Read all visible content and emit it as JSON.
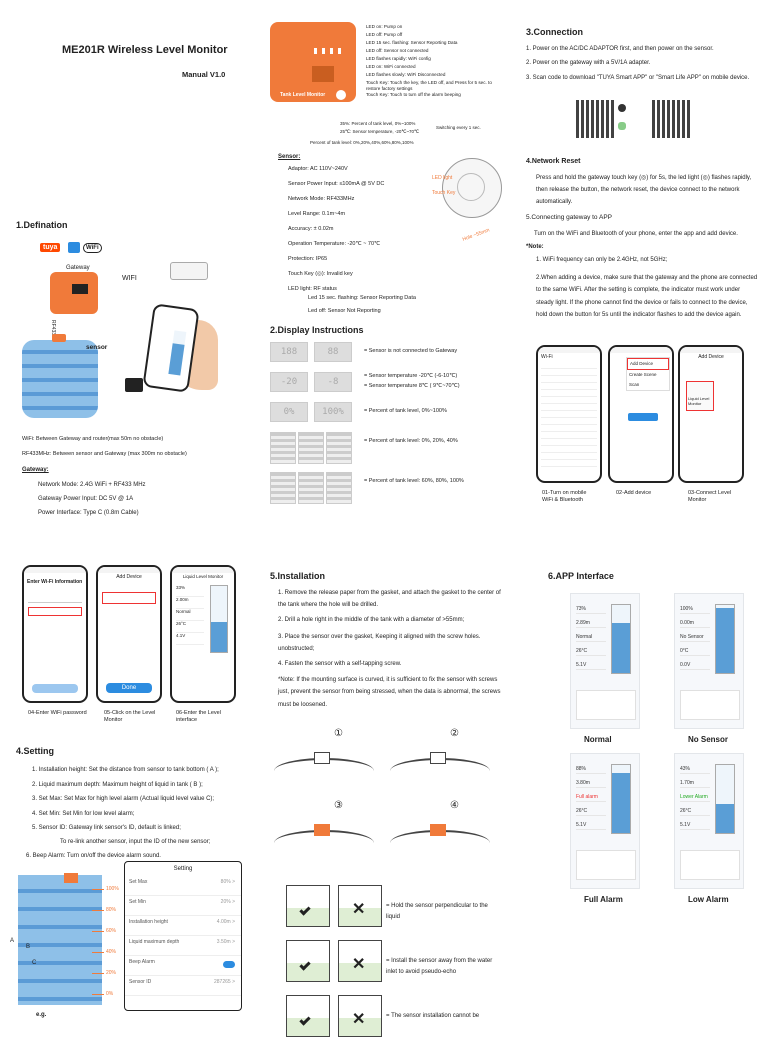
{
  "p1": {
    "title": "ME201R Wireless Level Monitor",
    "manual": "Manual V1.0",
    "def_heading": "1.Defination",
    "brand_tuya": "tuya",
    "brand_wifi": "WiFi",
    "lbl_gateway": "Gateway",
    "lbl_wifi": "WIFI",
    "lbl_rf": "RF433MHz",
    "lbl_sensor": "sensor",
    "wifi_line": "WiFi: Between Gateway and router(max 50m no obstacle)",
    "rf_line": "RF433MHz: Between sensor and Gateway (max 300m no obstacle)",
    "gw_heading": "Gateway:",
    "gw_items": [
      "Network Mode: 2.4G WiFi + RF433 MHz",
      "Gateway Power Input: DC 5V @ 1A",
      "Power Interface: Type C (0.8m Cable)"
    ]
  },
  "p2": {
    "tank_label": "Tank Level Monitor",
    "led_notes": [
      "LED on: Pump on",
      "LED off: Pump off",
      "LED 15 sec. flashing: Sensor Reporting Data",
      "LED off: Sensor not connected",
      "LED flashes rapidly: WiFi config",
      "LED on: WiFi connected",
      "LED flashes slowly: WiFi Disconnected",
      "Touch Key: Touch the key, the LED off, and Press for 5 sec. to restore factory settings",
      "Touch Key: Touch to turn off the alarm beeping"
    ],
    "percent_note1": "35%: Percent of tank level, 0%~100%",
    "percent_note2": "25℃: Sensor temperature, -20℃~70℃",
    "switch_note": "Switching every 1 sec.",
    "percent_note3": "Percent of tank level: 0%,20%,40%,60%,80%,100%",
    "sensor_heading": "Sensor:",
    "sensor_items": [
      "Adaptor: AC 110V~240V",
      "Sensor Power Input: ≤100mA @ 5V DC",
      "Network Mode: RF433MHz",
      "Level Range: 0.1m~4m",
      "Accuracy: ± 0.02m",
      "Operation Temperature: -20℃ ~ 70℃",
      "Protection: IP65",
      "Touch Key (◎): Invalid key",
      "LED light: RF status"
    ],
    "sensor_sub": [
      "Led 15 sec. flashing: Sensor Reporting Data",
      "Led off: Sensor Not Reporting"
    ],
    "led_light": "LED light",
    "touch_key": "Touch Key",
    "hole": "Hole ~55mm",
    "disp_heading": "2.Display Instructions",
    "disp_rows": [
      {
        "a": "188",
        "b": "88",
        "desc": "= Sensor is not connected to Gateway"
      },
      {
        "a": "-20",
        "b": "-8",
        "desc": "= Sensor temperature -20℃ (-6-10℃)\n= Sensor temperature 8℃ ( 9℃~70℃)"
      },
      {
        "a": "0%",
        "b": "100%",
        "desc": "= Percent of tank level, 0%~100%"
      },
      {
        "a": "",
        "b": "",
        "desc": "= Percent of tank level: 0%, 20%, 40%"
      },
      {
        "a": "",
        "b": "",
        "desc": "= Percent of tank level: 60%, 80%, 100%"
      }
    ]
  },
  "p3": {
    "heading": "3.Connection",
    "steps": [
      "1. Power on the AC/DC ADAPTOR first, and then power on the sensor.",
      "2.  Power on the gateway with a 5V/1A adapter.",
      "3. Scan code to download \"TUYA Smart APP\" or \"Smart Life APP\" on mobile device."
    ],
    "reset_heading": "4.Network Reset",
    "reset_text": "Press and hold the gateway touch key (◎) for 5s, the led light (◎) flashes rapidly, then release the button, the network reset, the device connect to the network automatically.",
    "app_heading": "5.Connecting gateway to APP",
    "app_text": "Turn on the WiFi and Bluetooth of your phone, enter the app and add device.",
    "note_heading": "*Note:",
    "notes": [
      "1. WiFi frequency can only be 2.4GHz, not 5GHz;",
      "2.When adding a device, make sure that the gateway and the phone are connected to the same WiFi. After the setting is complete, the indicator must work under steady light. If the phone cannot find the device or fails to connect to the device, hold down the button for 5s until the indicator flashes to add the device again."
    ],
    "captions": [
      "01-Turn on mobile WiFi & Bluetooth",
      "02-Add device",
      "03-Connect Level Monitor"
    ],
    "phone_titles": [
      "Wi-Fi",
      "Add Device",
      "Add Device"
    ],
    "phone2_items": [
      "Add Device",
      "Create Scene",
      "Scan"
    ],
    "phone3_item": "Liquid Level Monitor"
  },
  "p4": {
    "phone_titles": [
      "Enter Wi-Fi Information",
      "Add Device",
      "Liquid Level Monitor"
    ],
    "phone3_vals": [
      "33%",
      "2.00m",
      "Normal",
      "26°C",
      "4.1V"
    ],
    "done": "Done",
    "captions": [
      "04-Enter WiFi password",
      "05-Click on the Level Monitor",
      "06-Enter the Level interface"
    ],
    "setting_heading": "4.Setting",
    "settings": [
      "1. Installation height: Set the distance from sensor to tank bottom ( A );",
      "2. Liquid maximum depth: Maximum height of liquid in tank ( B );",
      "3. Set Max: Set Max for high level alarm (Actual liquid level value C);",
      "4. Set Min: Set Min for low level alarm;",
      "5. Sensor ID: Gateway link sensor's ID, default is linked;"
    ],
    "relink": "To re-link another sensor, input the ID of the new sensor;",
    "beep": "6.  Beep Alarm: Turn on/off the device alarm sound.",
    "pct_labels": [
      "100%",
      "80%",
      "60%",
      "40%",
      "20%",
      "0%"
    ],
    "letters": [
      "A",
      "B",
      "C"
    ],
    "setting_title": "Setting",
    "setting_rows": [
      {
        "k": "Set Max",
        "v": "80% >"
      },
      {
        "k": "Set Min",
        "v": "20% >"
      },
      {
        "k": "Installation height",
        "v": "4.00m >"
      },
      {
        "k": "Liquid maximum depth",
        "v": "3.50m >"
      },
      {
        "k": "Beep Alarm",
        "v": ""
      },
      {
        "k": "Sensor ID",
        "v": "287265 >"
      }
    ],
    "eg": "e.g."
  },
  "p5": {
    "heading": "5.Installation",
    "steps": [
      "1. Remove the release paper from the gasket, and attach the gasket to the center of the tank where the hole will be drilled.",
      "2. Drill a hole right in the middle of the tank with a diameter of >55mm;",
      "3. Place the sensor over the gasket, Keeping it aligned with the screw holes. unobstructed;",
      "4. Fasten the sensor with a self-tapping screw."
    ],
    "note": "*Note: If the mounting surface is curved, it is sufficient to fix the sensor with screws just, prevent the sensor from being stressed, when the data is abnormal, the screws must be loosened.",
    "nums": [
      "①",
      "②",
      "③",
      "④"
    ],
    "tips": [
      "= Hold the sensor perpendicular to the liquid",
      "= Install the sensor away from the water inlet to avoid pseudo-echo",
      "= The sensor installation cannot be"
    ]
  },
  "p6": {
    "heading": "6.APP Interface",
    "labels": [
      "Normal",
      "No Sensor",
      "Full Alarm",
      "Low Alarm"
    ],
    "vals": [
      [
        "73%",
        "2.89m",
        "Normal",
        "26°C",
        "5.1V"
      ],
      [
        "100%",
        "0.00m",
        "No Sensor",
        "0°C",
        "0.0V"
      ],
      [
        "88%",
        "3.80m",
        "Full alarm",
        "26°C",
        "5.1V"
      ],
      [
        "43%",
        "1.70m",
        "Lower Alarm",
        "26°C",
        "5.1V"
      ]
    ],
    "fills": [
      0.73,
      0.95,
      0.88,
      0.43
    ]
  }
}
